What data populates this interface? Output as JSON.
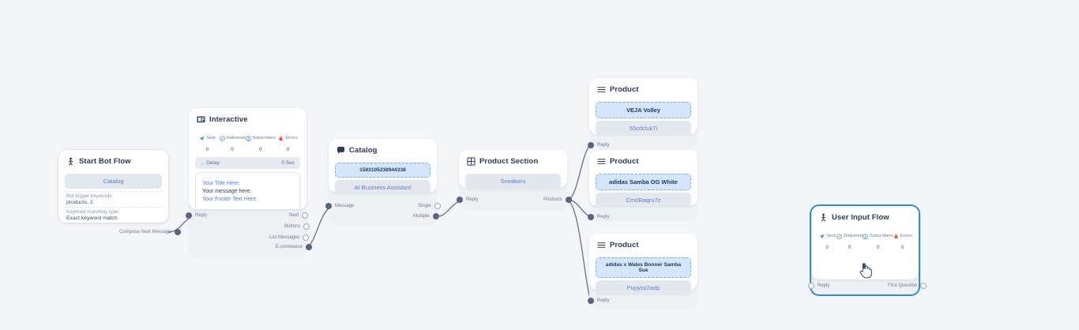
{
  "canvas": {
    "background": "#f4f5f7"
  },
  "stat_labels": [
    "Sent",
    "Delivered",
    "Subscribers",
    "Errors"
  ],
  "nodes": {
    "start_bot_flow": {
      "title": "Start Bot Flow",
      "icon": "flow-start-icon",
      "button": "Catalog",
      "fields": [
        {
          "key": "Bot trigger keywords",
          "value": "products, 2"
        },
        {
          "key": "Keyword matching type",
          "value": "Exact keyword match"
        }
      ],
      "ports_out": [
        "Compose Next Message"
      ]
    },
    "interactive": {
      "title": "Interactive",
      "icon": "interactive-icon",
      "stats": [
        "0",
        "0",
        "0",
        "0"
      ],
      "delay_label": "... Delay",
      "delay_value": "0 Sec",
      "message": {
        "title": "Your Title Here.",
        "body": "Your message here.",
        "footer": "Your Footer Text Here."
      },
      "ports_in": [
        "Reply"
      ],
      "ports_out": [
        "Next",
        "Buttons",
        "List Messages",
        "E-commerce"
      ]
    },
    "catalog": {
      "title": "Catalog",
      "icon": "catalog-icon",
      "catalog_id": "1583105238944338",
      "assistant": "AI Business Assistant",
      "ports_in": [
        "Message"
      ],
      "ports_out": [
        "Single",
        "Multiple"
      ]
    },
    "product_section": {
      "title": "Product Section",
      "icon": "grid-icon",
      "section": "Sneakers",
      "ports_in": [
        "Reply"
      ],
      "ports_out": [
        "Products"
      ]
    },
    "product_1": {
      "title": "Product",
      "icon": "list-icon",
      "name": "VEJA Volley",
      "sku": "55cdcluk7i",
      "ports_in": [
        "Reply"
      ]
    },
    "product_2": {
      "title": "Product",
      "icon": "list-icon",
      "name": "adidas Samba OG White",
      "sku": "Cm0Baqru7z",
      "ports_in": [
        "Reply"
      ]
    },
    "product_3": {
      "title": "Product",
      "icon": "list-icon",
      "name": "adidas x Wales Bonner Samba Sue",
      "sku": "Pupyoz2adp",
      "ports_in": [
        "Reply"
      ]
    },
    "user_input_flow": {
      "title": "User Input Flow",
      "icon": "flow-start-icon",
      "stats": [
        "0",
        "0",
        "0",
        "0"
      ],
      "ports_in": [
        "Reply"
      ],
      "ports_out": [
        "First Question"
      ],
      "selected": true
    }
  }
}
